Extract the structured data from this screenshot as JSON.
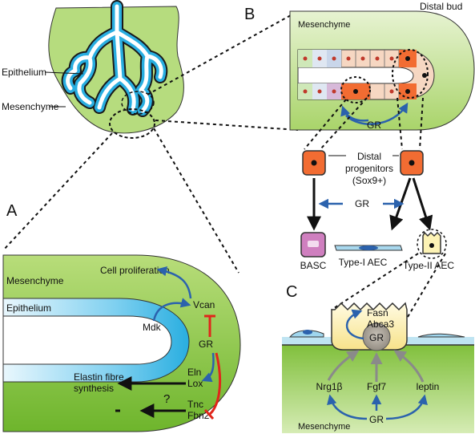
{
  "panels": {
    "a": "A",
    "b": "B",
    "c": "C"
  },
  "overview": {
    "epithelium": "Epithelium",
    "mesenchyme": "Mesenchyme"
  },
  "panel_a": {
    "mesenchyme": "Mesenchyme",
    "epithelium": "Epithelium",
    "cell_proliferation": "Cell proliferation",
    "mdk": "Mdk",
    "vcan": "Vcan",
    "gr": "GR",
    "eln": "Eln",
    "lox": "Lox",
    "tnc": "Tnc",
    "fbn2": "Fbn2",
    "question": "?",
    "elastin_line1": "Elastin fibre",
    "elastin_line2": "synthesis"
  },
  "panel_b": {
    "distal_bud": "Distal bud",
    "mesenchyme": "Mesenchyme",
    "gr_top": "GR",
    "progenitors_line1": "Distal",
    "progenitors_line2": "progenitors",
    "progenitors_line3": "(Sox9+)",
    "gr_mid": "GR",
    "basc": "BASC",
    "type1": "Type-I AEC",
    "type2": "Type-II AEC"
  },
  "panel_c": {
    "fasn": "Fasn",
    "abca3": "Abca3",
    "gr_nucleus": "GR",
    "nrg1b": "Nrg1β",
    "fgf7": "Fgf7",
    "leptin": "leptin",
    "gr_bottom": "GR",
    "mesenchyme": "Mesenchyme"
  },
  "colors": {
    "mesenchyme_green": "#8cc63f",
    "epithelium_blue": "#29aee0",
    "gr_arrow_blue": "#2b62ad",
    "inhibit_red": "#e0261b",
    "progenitor_orange": "#f26c32",
    "basc_pink": "#cf7fbf",
    "type2_yellow": "#fdf3b5"
  }
}
